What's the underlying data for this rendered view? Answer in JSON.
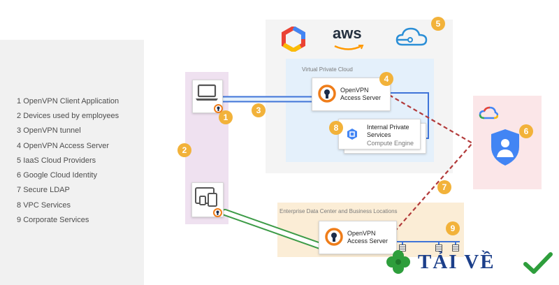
{
  "legend": [
    {
      "num": "1",
      "label": "OpenVPN Client Application"
    },
    {
      "num": "2",
      "label": "Devices used by employees"
    },
    {
      "num": "3",
      "label": "OpenVPN tunnel"
    },
    {
      "num": "4",
      "label": "OpenVPN Access Server"
    },
    {
      "num": "5",
      "label": "IaaS Cloud Providers"
    },
    {
      "num": "6",
      "label": "Google Cloud Identity"
    },
    {
      "num": "7",
      "label": "Secure LDAP"
    },
    {
      "num": "8",
      "label": "VPC Services"
    },
    {
      "num": "9",
      "label": "Corporate Services"
    }
  ],
  "cloud": {
    "aws_text": "aws",
    "vpc_label": "Virtual Private Cloud",
    "access_server_line1": "OpenVPN",
    "access_server_line2": "Access Server",
    "services_line1": "Internal Private",
    "services_line2": "Services",
    "services_sub": "Compute Engine"
  },
  "datacenter": {
    "label": "Enterprise  Data Center and Business Locations",
    "access_server_line1": "OpenVPN",
    "access_server_line2": "Access Server"
  },
  "badges": {
    "b1": "1",
    "b2": "2",
    "b3": "3",
    "b4": "4",
    "b5": "5",
    "b6": "6",
    "b7": "7",
    "b8": "8",
    "b9": "9"
  },
  "watermark": {
    "text": "TẢI VỀ"
  },
  "colors": {
    "badge": "#f2b23a",
    "tunnel_blue": "#3f74d8",
    "tunnel_green": "#3d9b47",
    "ldap_red": "#b23a3a",
    "openvpn_orange": "#ef7d1a",
    "openvpn_navy": "#1b2c4a",
    "device_panel": "#efe1f0",
    "identity_panel": "#fbe6e8",
    "cloud_panel": "#f4f4f4",
    "vpc_panel": "#e4f0fb",
    "datacenter_panel": "#fbedd6"
  }
}
